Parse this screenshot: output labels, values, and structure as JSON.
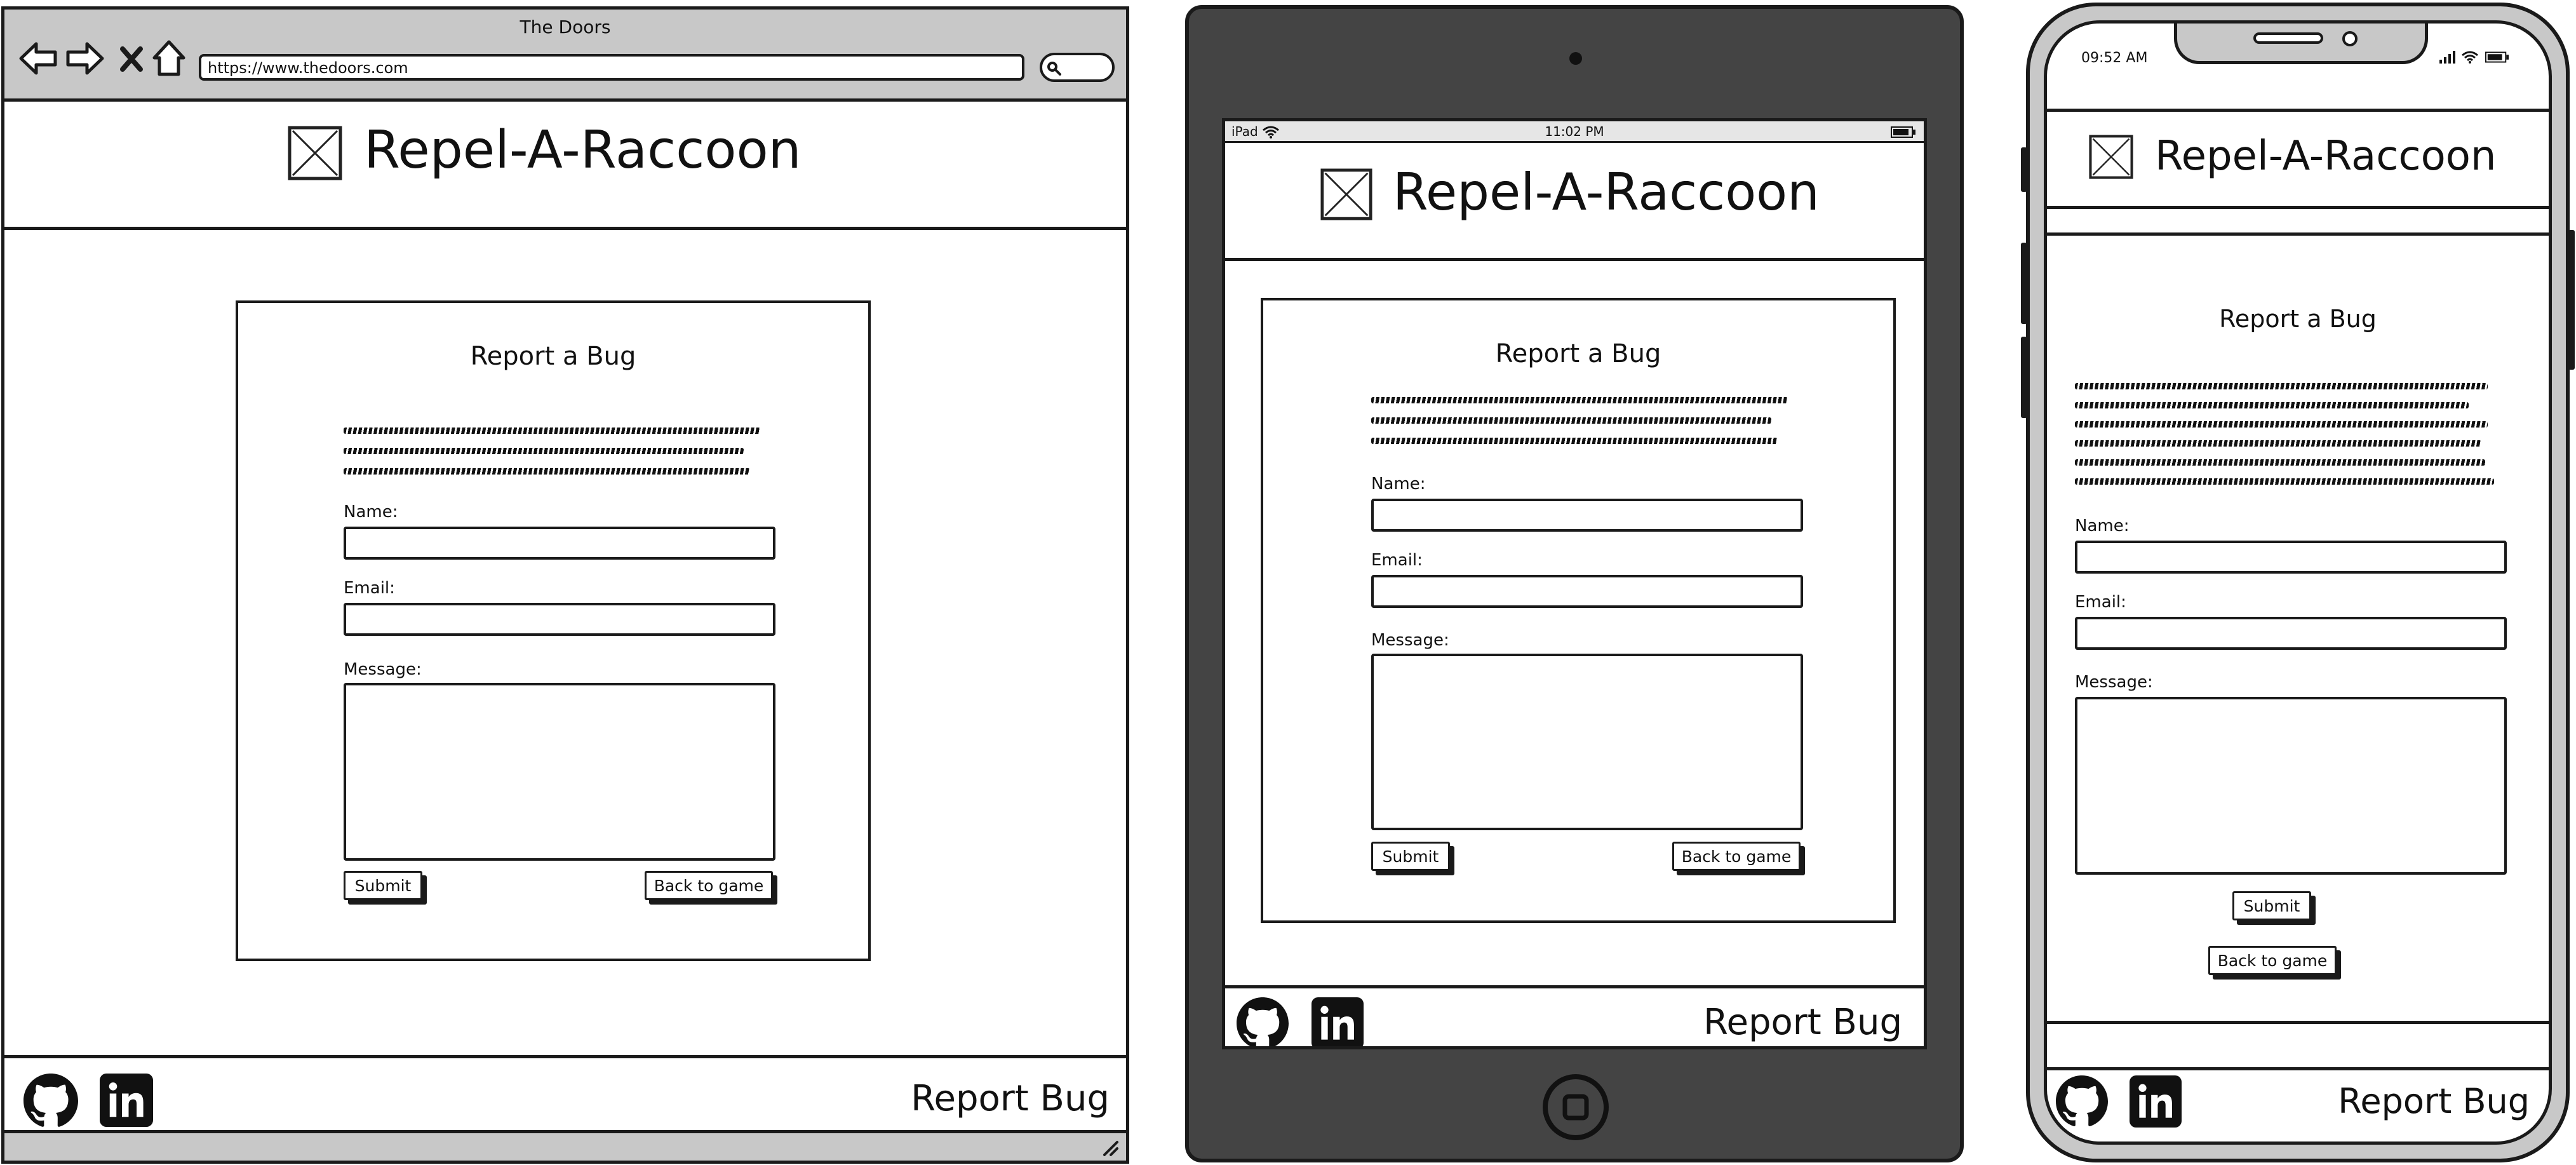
{
  "browser": {
    "window_title": "The Doors",
    "url": "https://www.thedoors.com"
  },
  "site": {
    "brand": "Repel-A-Raccoon",
    "form_title": "Report a Bug",
    "name_label": "Name:",
    "email_label": "Email:",
    "message_label": "Message:",
    "submit_label": "Submit",
    "back_label": "Back to game",
    "footer_report_link": "Report Bug"
  },
  "tablet": {
    "status_device": "iPad",
    "status_time": "11:02 PM"
  },
  "phone": {
    "status_time": "09:52 AM"
  },
  "icons": {
    "github": "github-icon",
    "linkedin": "linkedin-icon"
  },
  "colors": {
    "device_frame": "#444444",
    "browser_chrome": "#c8c8c8",
    "ink": "#1a1a1a"
  }
}
